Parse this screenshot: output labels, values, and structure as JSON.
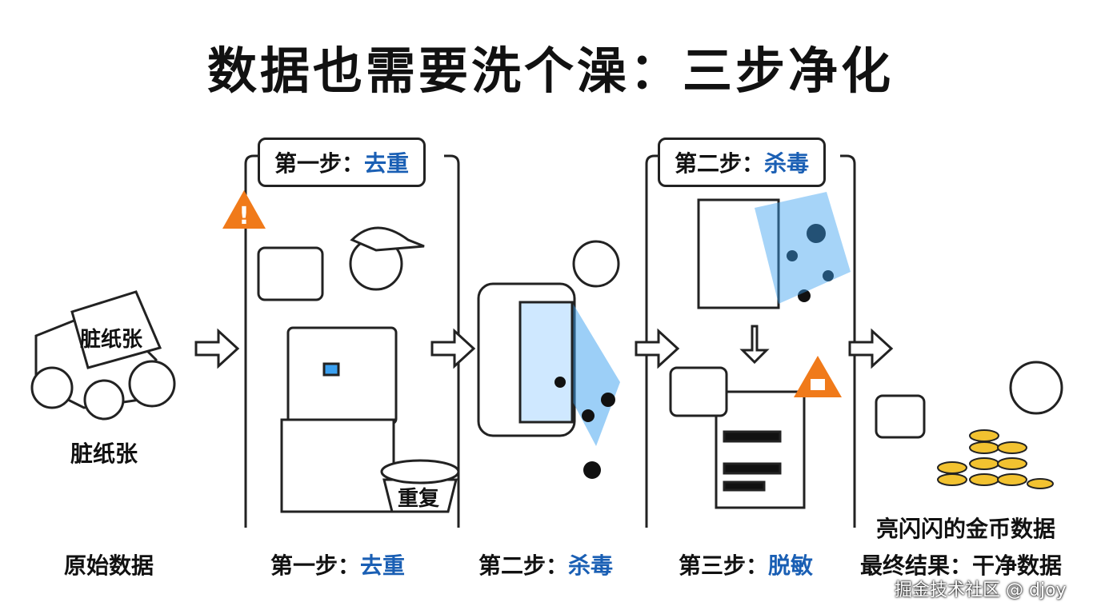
{
  "title": "数据也需要洗个澡：三步净化",
  "panels": {
    "raw": {
      "paper_label": "脏纸张",
      "caption": "脏纸张",
      "bottom": "原始数据"
    },
    "step1": {
      "box_prefix": "第一步：",
      "box_highlight": "去重",
      "bin_label": "重复",
      "bottom_prefix": "第一步：",
      "bottom_highlight": "去重"
    },
    "step2": {
      "bottom_prefix": "第二步：",
      "bottom_highlight": "杀毒"
    },
    "step3": {
      "box_prefix": "第二步：",
      "box_highlight": "杀毒",
      "bottom_prefix": "第三步：",
      "bottom_highlight": "脱敏"
    },
    "result": {
      "caption": "亮闪闪的金币数据",
      "bottom": "最终结果：干净数据"
    }
  },
  "watermark": "掘金技术社区 @ djoy",
  "colors": {
    "highlight": "#1a5fb4",
    "warning": "#f07a1a",
    "scan": "#3aa0f0",
    "coin": "#f2c230"
  }
}
